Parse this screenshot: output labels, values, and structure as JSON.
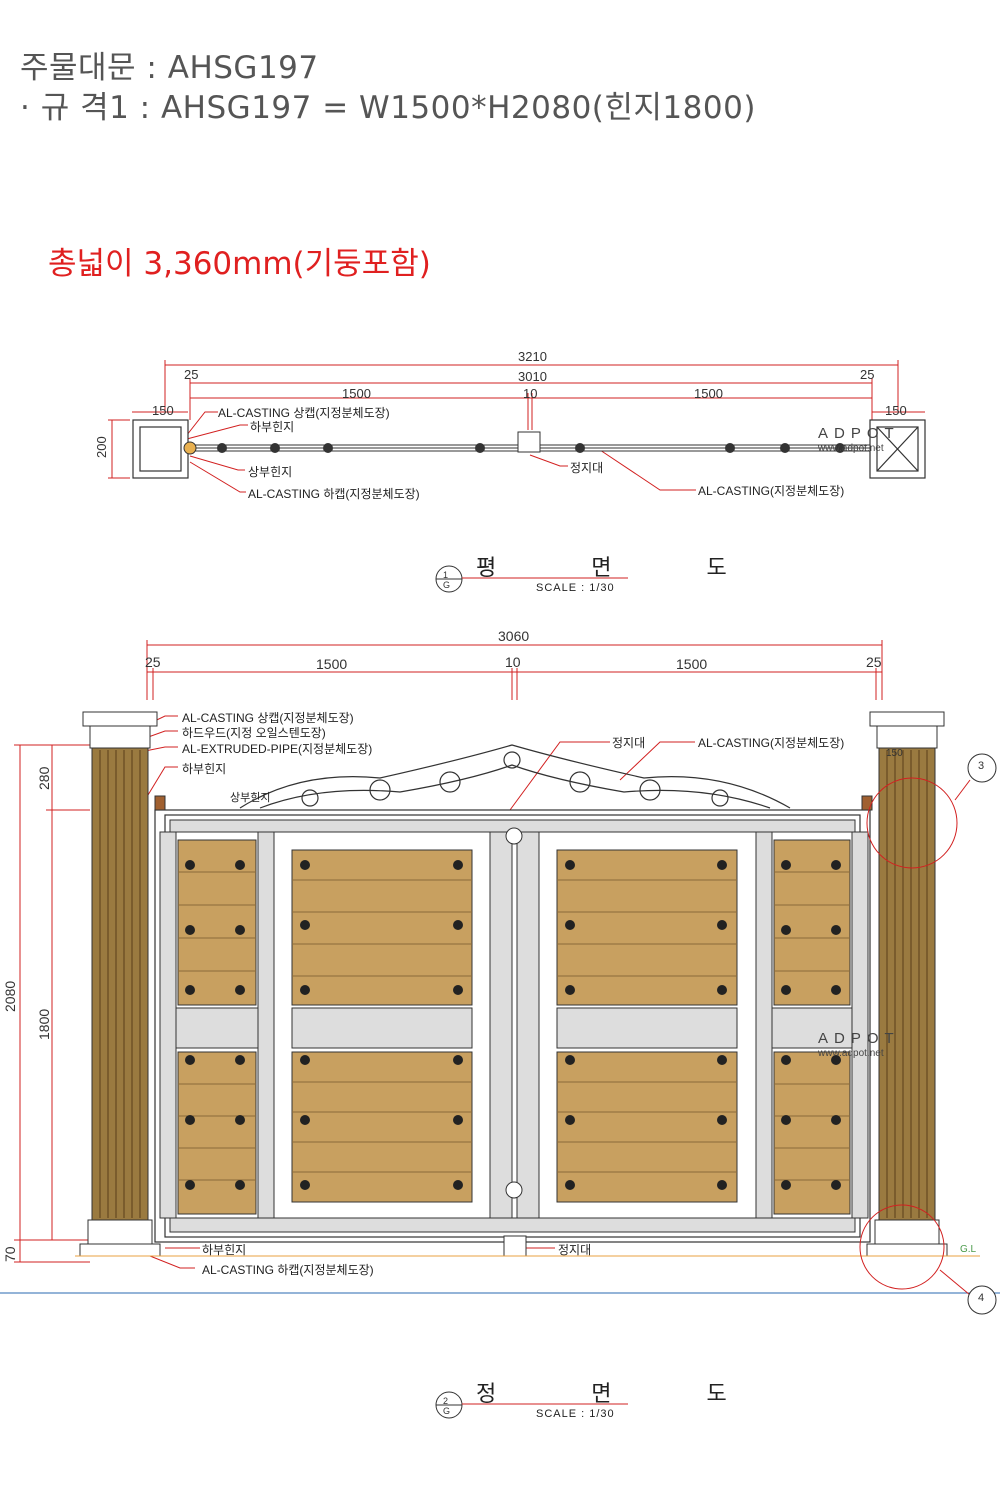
{
  "header": {
    "line1": "주물대문 : AHSG197",
    "line2": "· 규 격1 : AHSG197 = W1500*H2080(힌지1800)"
  },
  "total_width": "총넓이 3,360mm(기둥포함)",
  "colors": {
    "dimension": "#d22020",
    "wood": "#c8a060",
    "wood_dark": "#6a5030",
    "pillar": "#9a7a40",
    "label": "#222222",
    "ground": "#e8a040",
    "ground_line": "#2a6ab0"
  },
  "plan": {
    "dims": {
      "overall": "3210",
      "inner": "3010",
      "left_gap": "25",
      "right_gap": "25",
      "left_leaf": "1500",
      "center": "10",
      "right_leaf": "1500",
      "left_post": "150",
      "right_post": "150",
      "depth": "200"
    },
    "labels": {
      "top_cap": "AL-CASTING 상캡(지정분체도장)",
      "lower_hinge": "하부힌지",
      "upper_hinge": "상부힌지",
      "bottom_cap": "AL-CASTING 하캡(지정분체도장)",
      "stopper": "정지대",
      "casting": "AL-CASTING(지정분체도장)"
    },
    "title": "평 면 도",
    "scale": "SCALE : 1/30",
    "marker_num": "1",
    "marker_sub": "G"
  },
  "elevation": {
    "dims": {
      "overall": "3060",
      "left_gap": "25",
      "left_leaf": "1500",
      "center": "10",
      "right_leaf": "1500",
      "right_gap": "25",
      "total_h": "2080",
      "top_h": "280",
      "hinge_h": "1800",
      "base_h": "70",
      "post_w": "150"
    },
    "labels": {
      "top_cap": "AL-CASTING 상캡(지정분체도장)",
      "hardwood": "하드우드(지정 오일스텐도장)",
      "pipe": "AL-EXTRUDED-PIPE(지정분체도장)",
      "lower_hinge_top": "하부힌지",
      "stopper_top": "정지대",
      "casting": "AL-CASTING(지정분체도장)",
      "upper_hinge": "상부힌지",
      "lower_hinge_bottom": "하부힌지",
      "bottom_cap": "AL-CASTING 하캡(지정분체도장)",
      "stopper_bottom": "정지대",
      "ground": "G.L"
    },
    "detail_markers": [
      "3",
      "4"
    ],
    "title": "정 면 도",
    "scale": "SCALE : 1/30",
    "marker_num": "2",
    "marker_sub": "G"
  },
  "watermark": {
    "brand": "ADPOT",
    "url": "www.adpot.net"
  }
}
